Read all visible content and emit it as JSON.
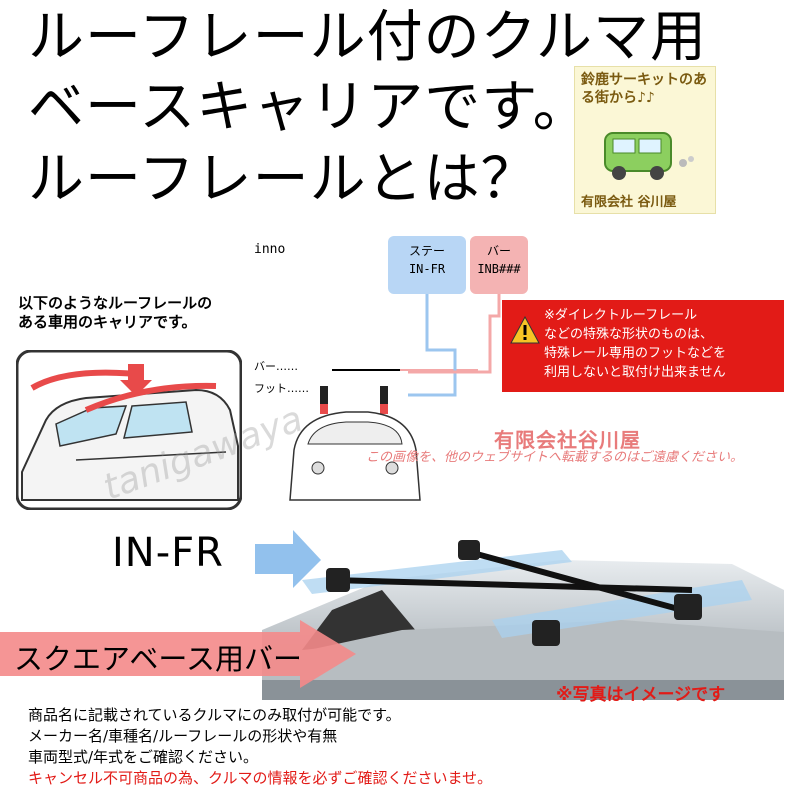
{
  "headline": {
    "line1": "ルーフレール付のクルマ用",
    "line2": "ベースキャリアです。",
    "line3": "ルーフレールとは？"
  },
  "badge": {
    "slogan": "鈴鹿サーキットのある街から♪♪",
    "shop": "有限会社 谷川屋"
  },
  "diagram": {
    "brand": "inno",
    "stay_title": "ステー",
    "stay_code": "IN-FR",
    "bar_title": "バー",
    "bar_code": "INB###",
    "bar_pointer": "バー……",
    "foot_pointer": "フット……"
  },
  "intro": {
    "line1": "以下のようなルーフレールの",
    "line2": "ある車用のキャリアです。"
  },
  "warning": {
    "line1": "※ダイレクトルーフレール",
    "line2": "などの特殊な形状のものは、",
    "line3": "特殊レール専用のフットなどを",
    "line4": "利用しないと取付け出来ません"
  },
  "company": "有限会社谷川屋",
  "notice": "この画像を、他のウェブサイトへ転載するのはご遠慮ください。",
  "watermark": "tanigawaya",
  "product_label": "IN-FR",
  "square_bar_label": "スクエアベース用バー",
  "photo_note": "※写真はイメージです",
  "footer": {
    "line1": "商品名に記載されているクルマにのみ取付が可能です。",
    "line2": "メーカー名/車種名/ルーフレールの形状や有無",
    "line3": "車両型式/年式をご確認ください。",
    "line4": "キャンセル不可商品の為、クルマの情報を必ずご確認くださいませ。"
  },
  "colors": {
    "warning_red": "#e21b17",
    "accent_blue": "#b8d6f5",
    "accent_pink": "#f4b3b3",
    "arrow_pink": "#f48a8a",
    "arrow_blue": "#7fb6ea"
  }
}
